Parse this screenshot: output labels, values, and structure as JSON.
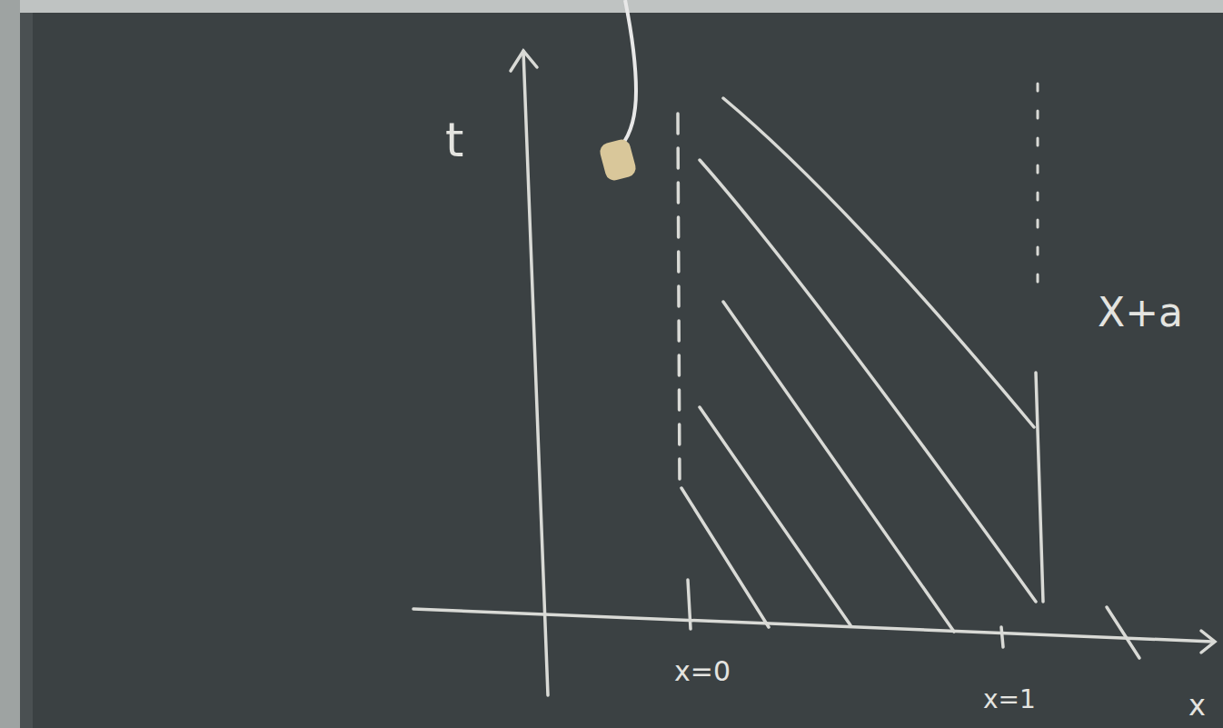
{
  "diagram": {
    "labels": [
      "t",
      "x=0",
      "x=1",
      "X+a",
      "x"
    ]
  }
}
